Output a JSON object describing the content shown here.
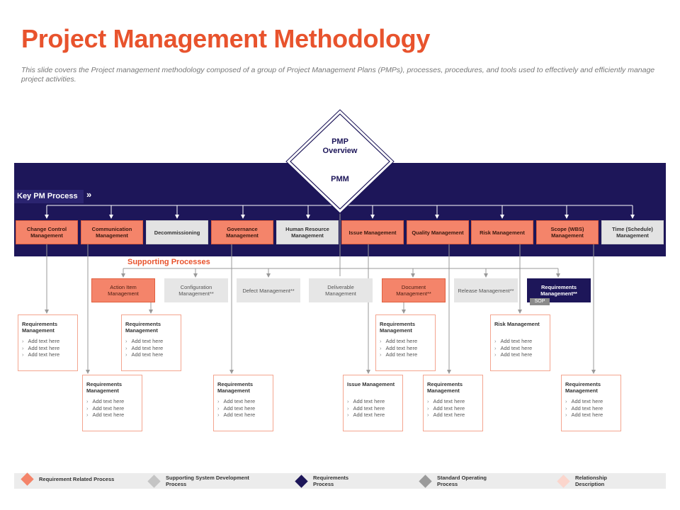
{
  "header": {
    "title": "Project Management Methodology",
    "subtitle": "This slide covers the Project management methodology composed of a group of Project Management Plans (PMPs), processes, procedures, and tools used to effectively and efficiently manage project activities."
  },
  "diamond": {
    "line1": "PMP",
    "line2": "Overview",
    "line3": "PMM"
  },
  "key_pm": {
    "label": "Key PM Process",
    "arrow": "»"
  },
  "key_processes": [
    {
      "label": "Change Control Management",
      "style": "orange"
    },
    {
      "label": "Communication Management",
      "style": "orange"
    },
    {
      "label": "Decommissioning",
      "style": "grey"
    },
    {
      "label": "Governance Management",
      "style": "orange"
    },
    {
      "label": "Human Resource Management",
      "style": "grey"
    },
    {
      "label": "Issue Management",
      "style": "orange"
    },
    {
      "label": "Quality Management",
      "style": "orange"
    },
    {
      "label": "Risk Management",
      "style": "orange"
    },
    {
      "label": "Scope (WBS) Management",
      "style": "orange"
    },
    {
      "label": "Time (Schedule) Management",
      "style": "grey"
    }
  ],
  "supporting": {
    "title": "Supporting Processes",
    "items": [
      {
        "label": "Action Item Management",
        "style": "orange"
      },
      {
        "label": "Configuration Management**",
        "style": "grey"
      },
      {
        "label": "Defect Management**",
        "style": "grey"
      },
      {
        "label": "Deliverable Management",
        "style": "grey"
      },
      {
        "label": "Document Management**",
        "style": "orange"
      },
      {
        "label": "Release Management**",
        "style": "grey"
      },
      {
        "label": "Requirements Management**",
        "style": "navy"
      }
    ],
    "sop": "SOP"
  },
  "cards": [
    {
      "title": "Requirements Management",
      "items": [
        "Add text here",
        "Add text here",
        "Add text here"
      ]
    },
    {
      "title": "Requirements Management",
      "items": [
        "Add text here",
        "Add text here",
        "Add text here"
      ]
    },
    {
      "title": "Requirements Management",
      "items": [
        "Add text here",
        "Add text here",
        "Add text here"
      ]
    },
    {
      "title": "Risk Management",
      "items": [
        "Add text here",
        "Add text here",
        "Add text here"
      ]
    },
    {
      "title": "Requirements Management",
      "items": [
        "Add text here",
        "Add text here",
        "Add text here"
      ]
    },
    {
      "title": "Requirements Management",
      "items": [
        "Add text here",
        "Add text here",
        "Add text here"
      ]
    },
    {
      "title": "Issue Management",
      "items": [
        "Add text here",
        "Add text here",
        "Add text here"
      ]
    },
    {
      "title": "Requirements Management",
      "items": [
        "Add text here",
        "Add text here",
        "Add text here"
      ]
    },
    {
      "title": "Requirements Management",
      "items": [
        "Add text here",
        "Add text here",
        "Add text here"
      ]
    }
  ],
  "legend": [
    {
      "label": "Requirement Related Process",
      "color": "#f4846a"
    },
    {
      "label": "Supporting System Development Process",
      "color": "#c4c4c4"
    },
    {
      "label": "Requirements Process",
      "color": "#1d1659"
    },
    {
      "label": "Standard Operating Process",
      "color": "#9a9a9a"
    },
    {
      "label": "Relationship Description",
      "color": "#fbd5cc"
    }
  ],
  "colors": {
    "accent": "#e8532d",
    "navy": "#1d1659",
    "orange": "#f4846a"
  }
}
